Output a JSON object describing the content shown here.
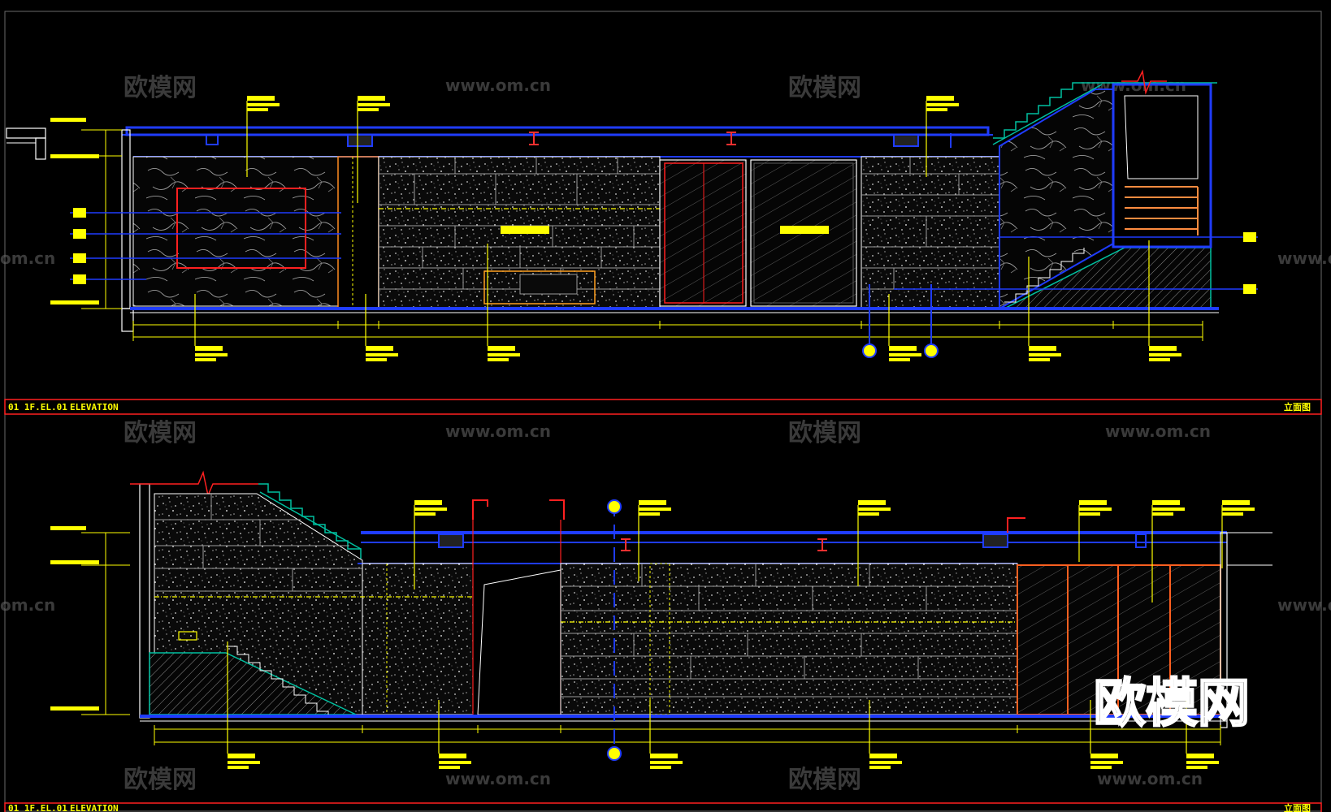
{
  "watermarks": {
    "cn": "欧模网",
    "url": "www.om.cn",
    "url_partial_left": "om.cn",
    "url_partial_right": "www.o"
  },
  "title_bars": [
    {
      "left": "01 1F.EL.01",
      "sub": "ELEVATION",
      "right": "立面图"
    },
    {
      "left": "01 1F.EL.01",
      "sub": "ELEVATION",
      "right": "立面图"
    }
  ],
  "logo": "欧模网",
  "colors": {
    "background": "#000000",
    "frame": "#ffffff",
    "structure": "#1f3cff",
    "annotation": "#ffff00",
    "highlight": "#ff2020",
    "glass": "#ff6020",
    "stair": "#00c0a0",
    "wall_texture": "#bfbfbf"
  }
}
